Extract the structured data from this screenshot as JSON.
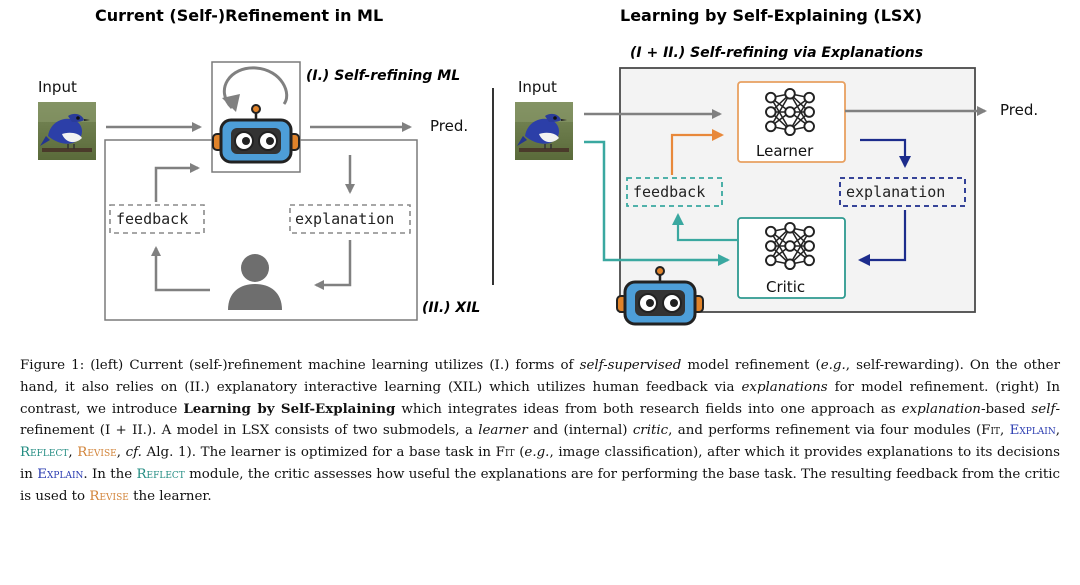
{
  "left_panel": {
    "title": "Current (Self-)Refinement in ML",
    "input_label": "Input",
    "pred_label": "Pred.",
    "self_refining_label": "(I.) Self-refining ML",
    "feedback_label": "feedback",
    "explanation_label": "explanation",
    "xil_label": "(II.) XIL"
  },
  "right_panel": {
    "title": "Learning by Self-Explaining (LSX)",
    "box_label": "(I + II.) Self-refining via Explanations",
    "input_label": "Input",
    "pred_label": "Pred.",
    "learner_label": "Learner",
    "critic_label": "Critic",
    "feedback_label": "feedback",
    "explanation_label": "explanation"
  },
  "colors": {
    "gray_arrow": "#808080",
    "orange": "#e8883a",
    "teal": "#3aa8a0",
    "navy": "#1c2c8c",
    "robot_blue": "#4d9ed8",
    "robot_orange": "#e0832a"
  },
  "caption": {
    "s1": "Figure 1: (left) Current (self-)refinement machine learning utilizes (I.) forms of ",
    "s2": "self-supervised",
    "s3": " model refinement (",
    "s4": "e.g.",
    "s5": ", self-rewarding). On the other hand, it also relies on (II.) explanatory interactive learning (XIL) which utilizes human feedback via ",
    "s6": "explanations",
    "s7": " for model refinement. (right) In contrast, we introduce ",
    "s8": "Learning by Self-Explaining",
    "s9": " which integrates ideas from both research fields into one approach as ",
    "s10": "explanation",
    "s11": "-based ",
    "s12": "self",
    "s13": "-refinement (I + II.). A model in LSX consists of two submodels, a ",
    "s14": "learner",
    "s15": " and (internal) ",
    "s16": "critic",
    "s17": ", and performs refinement via four modules (",
    "s18": "Fit",
    "s19": ", ",
    "s20": "Explain",
    "s21": ", ",
    "s22": "Reflect",
    "s23": ", ",
    "s24": "Revise",
    "s25": ", ",
    "s26": "cf.",
    "s27": " Alg. 1). The learner is optimized for a base task in ",
    "s28": "Fit",
    "s29": " (",
    "s30": "e.g.",
    "s31": ", image classification), after which it provides explanations to its decisions in ",
    "s32": "Explain",
    "s33": ". In the ",
    "s34": "Reflect",
    "s35": " module, the critic assesses how useful the explanations are for performing the base task. The resulting feedback from the critic is used to ",
    "s36": "Revise",
    "s37": " the learner."
  }
}
